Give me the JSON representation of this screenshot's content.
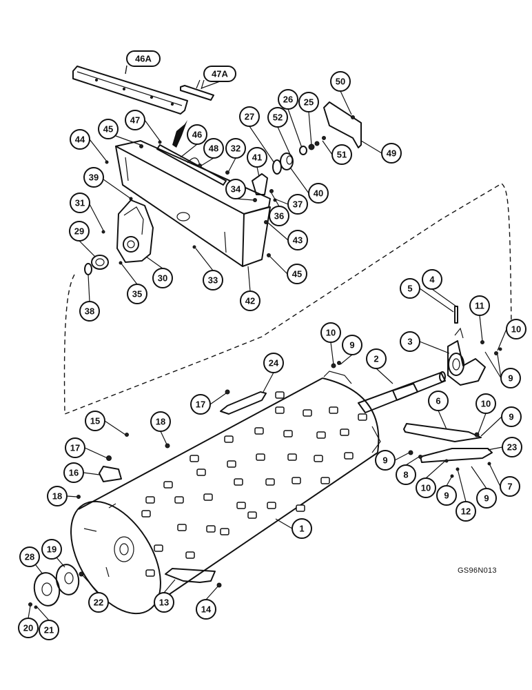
{
  "figure_code": "GS96N013",
  "callouts": [
    {
      "label": "46A",
      "shape": "pill"
    },
    {
      "label": "47A",
      "shape": "pill"
    },
    {
      "label": "50"
    },
    {
      "label": "26"
    },
    {
      "label": "25"
    },
    {
      "label": "27"
    },
    {
      "label": "52"
    },
    {
      "label": "51"
    },
    {
      "label": "49"
    },
    {
      "label": "47"
    },
    {
      "label": "46"
    },
    {
      "label": "45"
    },
    {
      "label": "44"
    },
    {
      "label": "48"
    },
    {
      "label": "32"
    },
    {
      "label": "41"
    },
    {
      "label": "40"
    },
    {
      "label": "39"
    },
    {
      "label": "34"
    },
    {
      "label": "37"
    },
    {
      "label": "31"
    },
    {
      "label": "36"
    },
    {
      "label": "29"
    },
    {
      "label": "43"
    },
    {
      "label": "38"
    },
    {
      "label": "35"
    },
    {
      "label": "30"
    },
    {
      "label": "33"
    },
    {
      "label": "42"
    },
    {
      "label": "45"
    },
    {
      "label": "4"
    },
    {
      "label": "5"
    },
    {
      "label": "11"
    },
    {
      "label": "10"
    },
    {
      "label": "10"
    },
    {
      "label": "9"
    },
    {
      "label": "3"
    },
    {
      "label": "2"
    },
    {
      "label": "9"
    },
    {
      "label": "24"
    },
    {
      "label": "17"
    },
    {
      "label": "6"
    },
    {
      "label": "10"
    },
    {
      "label": "9"
    },
    {
      "label": "15"
    },
    {
      "label": "18"
    },
    {
      "label": "23"
    },
    {
      "label": "17"
    },
    {
      "label": "9"
    },
    {
      "label": "8"
    },
    {
      "label": "16"
    },
    {
      "label": "10"
    },
    {
      "label": "9"
    },
    {
      "label": "7"
    },
    {
      "label": "18"
    },
    {
      "label": "12"
    },
    {
      "label": "9"
    },
    {
      "label": "1"
    },
    {
      "label": "28"
    },
    {
      "label": "19"
    },
    {
      "label": "22"
    },
    {
      "label": "13"
    },
    {
      "label": "14"
    },
    {
      "label": "20"
    },
    {
      "label": "21"
    }
  ]
}
